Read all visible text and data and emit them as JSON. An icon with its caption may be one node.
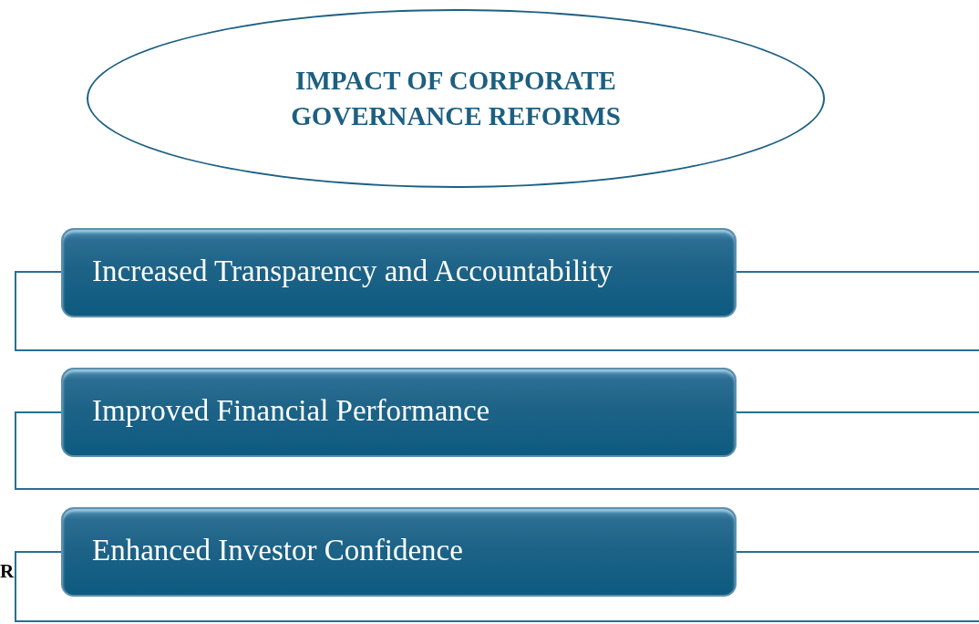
{
  "diagram": {
    "nodes": [
      {
        "text": [
          "IMPACT OF CORPORATE GOVERNANCE REFORMS"
        ]
      },
      {
        "text": [
          "Increased Transparency and Accountability"
        ]
      },
      {
        "text": [
          "Improved Financial Performance"
        ]
      },
      {
        "text": [
          "Enhanced Investor Confidence"
        ]
      },
      {
        "text": [],
        "shape": "bracket"
      },
      {
        "text": [],
        "shape": "bracket"
      },
      {
        "text": [],
        "shape": "bracket"
      }
    ],
    "edges": [],
    "labels": [
      "R"
    ]
  }
}
